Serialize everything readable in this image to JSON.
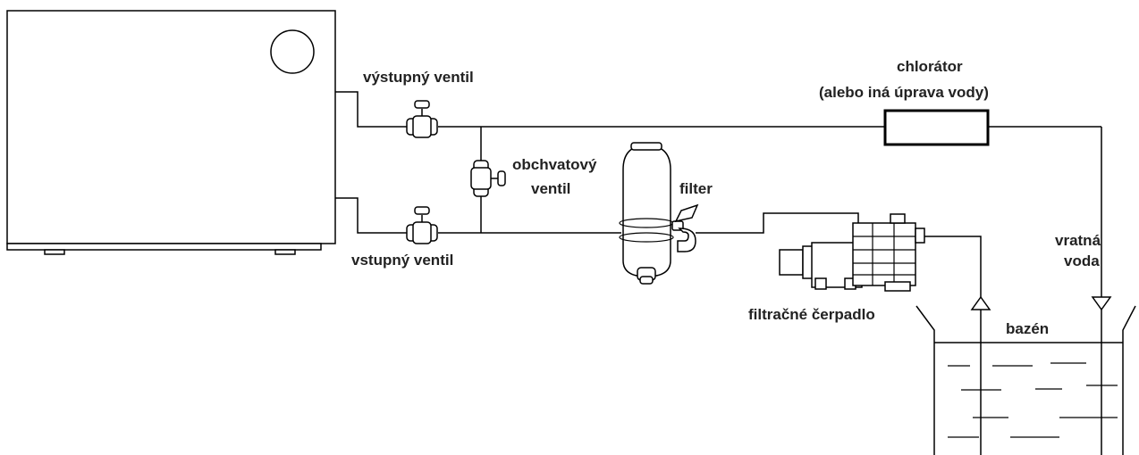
{
  "labels": {
    "outlet_valve": "výstupný ventil",
    "inlet_valve": "vstupný ventil",
    "bypass_valve_line1": "obchvatový",
    "bypass_valve_line2": "ventil",
    "filter": "filter",
    "chlorinator_line1": "chlorátor",
    "chlorinator_line2": "(alebo iná úprava vody)",
    "pump": "filtračné čerpadlo",
    "return_line1": "vratná",
    "return_line2": "voda",
    "pool": "bazén"
  }
}
